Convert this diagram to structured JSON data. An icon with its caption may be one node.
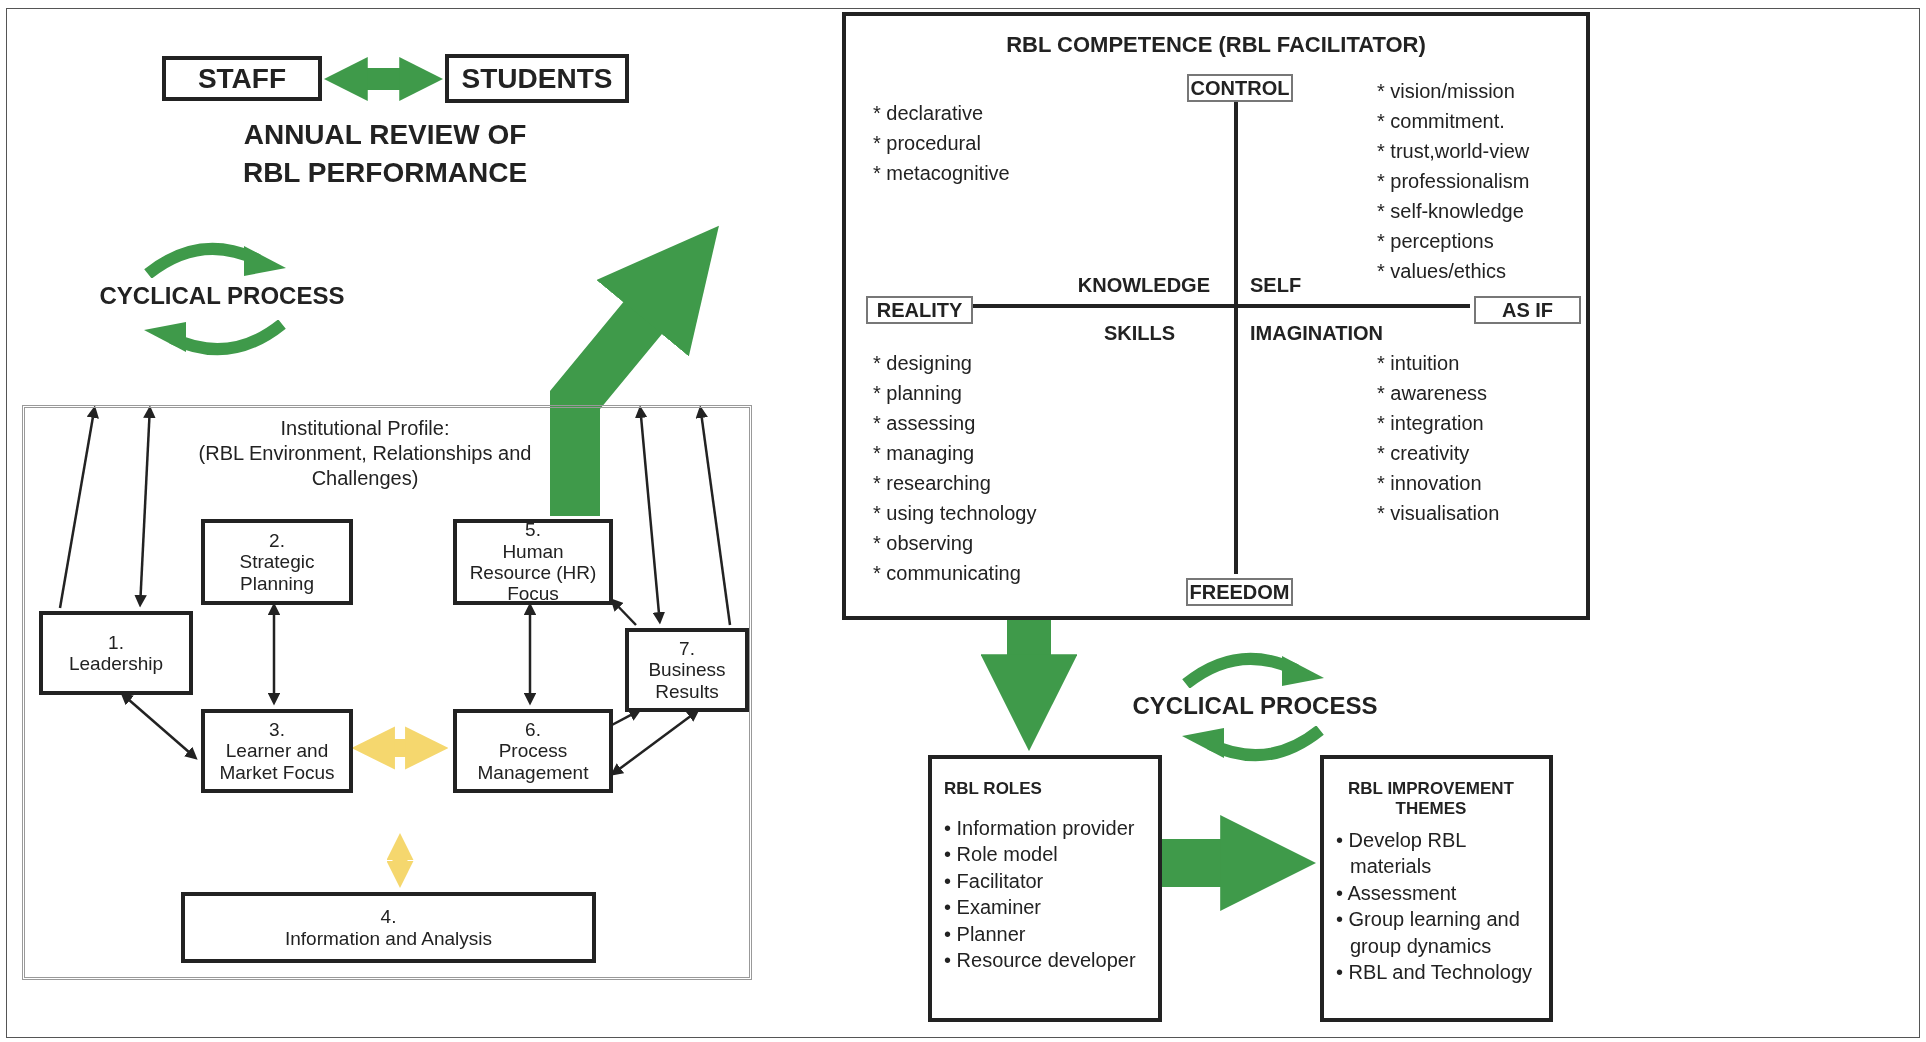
{
  "diagram": {
    "nodes": [
      {
        "text": [
          "STAFF"
        ]
      },
      {
        "text": [
          "STUDENTS"
        ]
      },
      {
        "text": [
          "Institutional Profile:",
          "(RBL Environment, Relationships and Challenges)"
        ]
      },
      {
        "text": [
          "2.",
          "Strategic Planning"
        ],
        "in": 2
      },
      {
        "text": [
          "5.",
          "Human Resource (HR) Focus"
        ],
        "in": 2
      },
      {
        "text": [
          "1.",
          "Leadership"
        ],
        "in": 2
      },
      {
        "text": [
          "7.",
          "Business Results"
        ],
        "in": 2
      },
      {
        "text": [
          "3.",
          "Learner and Market Focus"
        ],
        "in": 2
      },
      {
        "text": [
          "6.",
          "Process Management"
        ],
        "in": 2
      },
      {
        "text": [
          "4.",
          "Information and Analysis"
        ],
        "in": 2
      },
      {
        "text": [
          "RBL COMPETENCE (RBL FACILITATOR)",
          "* declarative",
          "* procedural",
          "* metacognitive",
          "* vision/mission",
          "* commitment.",
          "* trust,world-view",
          "* professionalism",
          "* self-knowledge",
          "* perceptions",
          "* values/ethics",
          "KNOWLEDGE",
          "SELF",
          "SKILLS",
          "IMAGINATION",
          "* designing",
          "* planning",
          "* assessing",
          "* managing",
          "* researching",
          "* using technology",
          "* observing",
          "* communicating",
          "* intuition",
          "* awareness",
          "* integration",
          "* creativity",
          "* innovation",
          "* visualisation"
        ]
      },
      {
        "text": [
          "CONTROL"
        ],
        "in": 10
      },
      {
        "text": [
          "REALITY"
        ],
        "in": 10
      },
      {
        "text": [
          "AS IF"
        ],
        "in": 10
      },
      {
        "text": [
          "FREEDOM"
        ],
        "in": 10
      },
      {
        "text": [
          "RBL ROLES",
          "• Information provider",
          "• Role model",
          "• Facilitator",
          "• Examiner",
          "• Planner",
          "• Resource developer"
        ]
      },
      {
        "text": [
          "RBL IMPROVEMENT THEMES",
          "• Develop RBL materials",
          "• Assessment",
          "• Group learning and group dynamics",
          "• RBL and Technology"
        ]
      }
    ],
    "edges": [
      {
        "from": 0,
        "to": 1,
        "arrow": "both",
        "style": "thick",
        "color": "#3f9a4a"
      },
      {
        "from": 4,
        "to": null,
        "arrow": "to",
        "style": "thick",
        "color": "#3f9a4a"
      },
      {
        "from": 5,
        "to": 2,
        "arrow": "to"
      },
      {
        "from": 5,
        "to": 2,
        "arrow": "both"
      },
      {
        "from": 6,
        "to": 2,
        "arrow": "to"
      },
      {
        "from": 6,
        "to": 2,
        "arrow": "both"
      },
      {
        "from": 6,
        "to": 4,
        "arrow": "to"
      },
      {
        "from": 3,
        "to": 7,
        "arrow": "both"
      },
      {
        "from": 4,
        "to": 8,
        "arrow": "both"
      },
      {
        "from": 7,
        "to": 8,
        "arrow": "both",
        "style": "thick",
        "color": "#f5d76e"
      },
      {
        "from": 5,
        "to": 7,
        "arrow": "both"
      },
      {
        "from": 8,
        "to": 6,
        "arrow": "to"
      },
      {
        "from": 6,
        "to": 8,
        "arrow": "both"
      },
      {
        "from": 9,
        "to": null,
        "arrow": "both",
        "style": "thick",
        "color": "#f5d76e"
      },
      {
        "from": 11,
        "to": 14,
        "arrow": "none"
      },
      {
        "from": 12,
        "to": 13,
        "arrow": "none"
      },
      {
        "from": 10,
        "to": 15,
        "arrow": "to",
        "style": "thick",
        "color": "#3f9a4a"
      },
      {
        "from": 15,
        "to": 16,
        "arrow": "to",
        "style": "thick",
        "color": "#3f9a4a"
      }
    ],
    "labels": [
      "ANNUAL REVIEW OF RBL PERFORMANCE",
      "CYCLICAL PROCESS",
      "CYCLICAL PROCESS"
    ]
  }
}
